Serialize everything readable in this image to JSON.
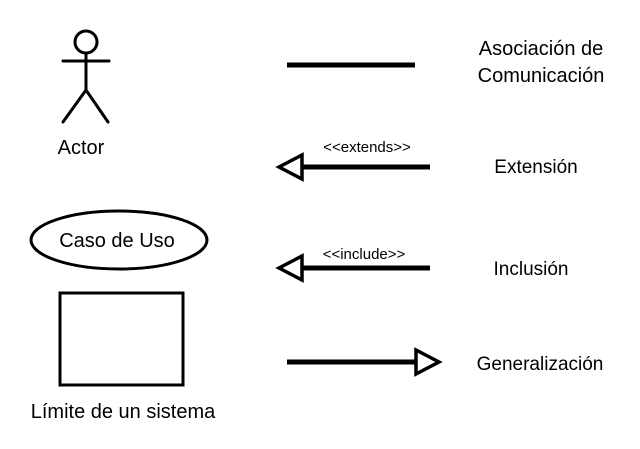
{
  "elements": {
    "actor": {
      "label": "Actor"
    },
    "use_case": {
      "label": "Caso de Uso"
    },
    "system_boundary": {
      "label": "Límite de un sistema"
    }
  },
  "relations": {
    "association": {
      "label_line1": "Asociación de",
      "label_line2": "Comunicación"
    },
    "extension": {
      "stereotype": "<<extends>>",
      "label": "Extensión"
    },
    "inclusion": {
      "stereotype": "<<include>>",
      "label": "Inclusión"
    },
    "generalization": {
      "label": "Generalización"
    }
  },
  "colors": {
    "stroke": "#000000",
    "background": "#ffffff"
  }
}
